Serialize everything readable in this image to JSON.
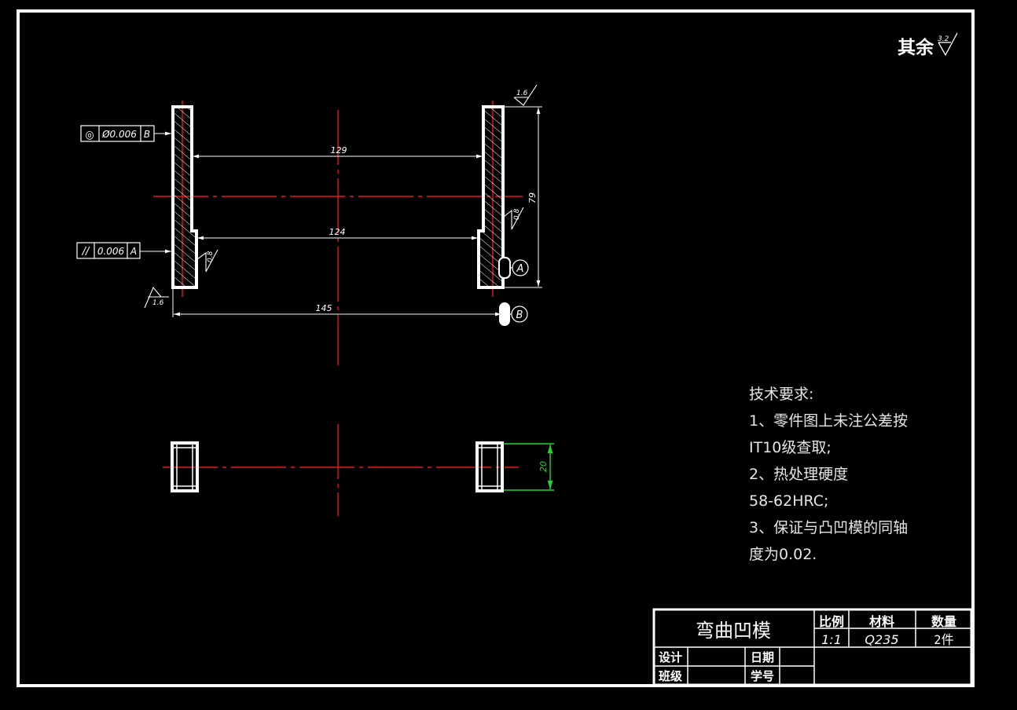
{
  "drawing": {
    "roughness_general_label": "其余",
    "roughness_general_value": "3.2",
    "dim_129": "129",
    "dim_124": "124",
    "dim_145": "145",
    "dim_79": "79",
    "dim_20": "20",
    "rough_top_right": "1.6",
    "rough_bottom_left": "1.6",
    "rough_inner_left": "0.8",
    "rough_inner_right": "0.8",
    "tol_concentricity": {
      "symbol": "◎",
      "value": "Ø0.006",
      "datum": "B"
    },
    "tol_parallel": {
      "symbol": "//",
      "value": "0.006",
      "datum": "A"
    },
    "datum_a": "A",
    "datum_b": "B"
  },
  "notes": {
    "title": "技术要求:",
    "lines": [
      "1、零件图上未注公差按",
      "IT10级查取;",
      "2、热处理硬度",
      "58-62HRC;",
      "3、保证与凸凹模的同轴",
      "度为0.02."
    ]
  },
  "title_block": {
    "part_name": "弯曲凹模",
    "scale_label": "比例",
    "material_label": "材料",
    "quantity_label": "数量",
    "scale_value": "1:1",
    "material_value": "Q235",
    "quantity_value": "2件",
    "design_label": "设计",
    "date_label": "日期",
    "class_label": "班级",
    "student_id_label": "学号"
  },
  "colors": {
    "background": "#000000",
    "outline": "#ffffff",
    "centerline": "#e8151b",
    "dimension_green": "#1fd62b"
  }
}
